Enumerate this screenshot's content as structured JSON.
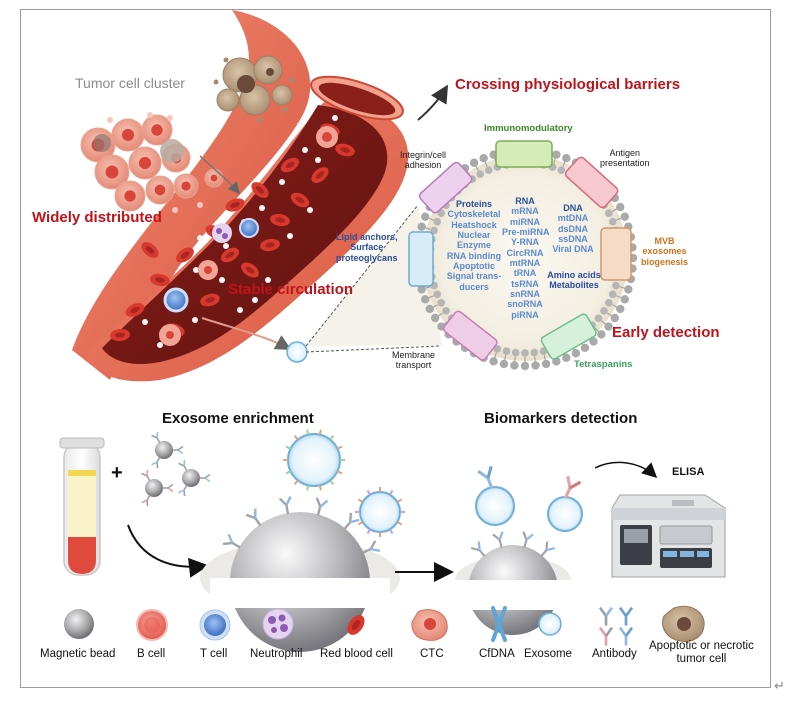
{
  "labels": {
    "tumor_cluster": "Tumor cell cluster",
    "crossing_barriers": "Crossing physiological barriers",
    "widely_distributed": "Widely distributed",
    "stable_circulation": "Stable circulation",
    "early_detection": "Early detection"
  },
  "exosome": {
    "immunomodulatory": "Immunomodulatory",
    "antigen_presentation": [
      "Antigen",
      "presentation"
    ],
    "integrin_adhesion": [
      "Integrin/cell",
      "adhesion"
    ],
    "lipid_anchors": [
      "Lipid anchors,",
      "Surface",
      "proteoglycans"
    ],
    "mvb": [
      "MVB",
      "exosomes",
      "biogenesis"
    ],
    "membrane_transport": [
      "Membrane",
      "transport"
    ],
    "tetraspanins": "Tetraspanins",
    "proteins_title": "Proteins",
    "proteins": [
      "Cytoskeletal",
      "Heatshock",
      "Nuclear",
      "Enzyme",
      "RNA binding",
      "Apoptotic",
      "Signal trans-",
      "ducers"
    ],
    "rna_title": "RNA",
    "rna": [
      "mRNA",
      "miRNA",
      "Pre-miRNA",
      "Y-RNA",
      "CircRNA",
      "mtRNA",
      "tRNA",
      "tsRNA",
      "snRNA",
      "snoRNA",
      "piRNA"
    ],
    "dna_title": "DNA",
    "dna": [
      "mtDNA",
      "dsDNA",
      "ssDNA",
      "Viral DNA"
    ],
    "amino": [
      "Amino acids",
      "Metabolites"
    ]
  },
  "workflow": {
    "enrichment": "Exosome enrichment",
    "detection": "Biomarkers detection",
    "elisa": "ELISA",
    "plus": "+"
  },
  "legend": {
    "magnetic_bead": "Magnetic bead",
    "b_cell": "B cell",
    "t_cell": "T cell",
    "neutrophil": "Neutrophil",
    "rbc": "Red blood cell",
    "ctc": "CTC",
    "cfdna": "CfDNA",
    "exosome": "Exosome",
    "antibody": "Antibody",
    "apoptotic": [
      "Apoptotic or necrotic",
      "tumor cell"
    ]
  },
  "colors": {
    "headline_red": "#c0141c",
    "vessel_outer": "#e8755f",
    "vessel_inner": "#7a1a16",
    "rbc": "#d8382e",
    "dark_blue": "#2a4d9c",
    "light_blue": "#5a8bd0",
    "green": "#3a8a2a",
    "orange": "#d0741e"
  }
}
